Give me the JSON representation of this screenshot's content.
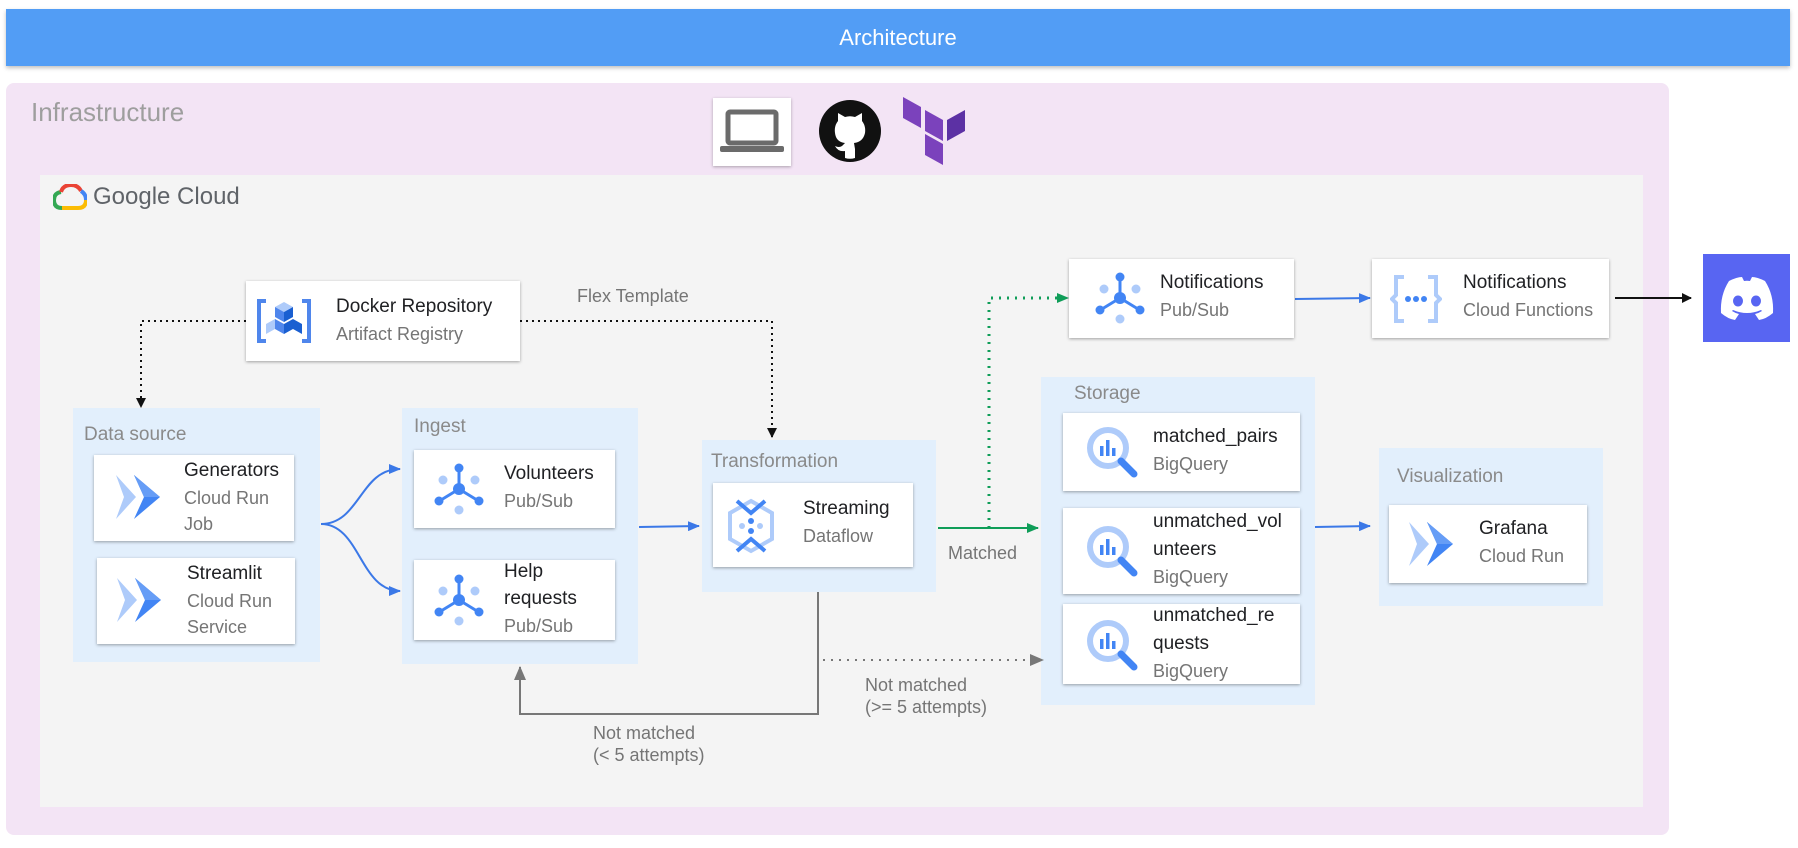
{
  "header": {
    "title": "Architecture"
  },
  "infrastructure": {
    "label": "Infrastructure"
  },
  "google_cloud": {
    "label": "Google Cloud"
  },
  "groups": {
    "data_source": "Data source",
    "ingest": "Ingest",
    "transformation": "Transformation",
    "storage": "Storage",
    "visualization": "Visualization"
  },
  "nodes": {
    "docker": {
      "title": "Docker Repository",
      "sub": "Artifact Registry"
    },
    "generators": {
      "title": "Generators",
      "sub1": "Cloud Run",
      "sub2": "Job"
    },
    "streamlit": {
      "title": "Streamlit",
      "sub1": "Cloud Run",
      "sub2": "Service"
    },
    "volunteers": {
      "title": "Volunteers",
      "sub": "Pub/Sub"
    },
    "help_requests": {
      "title1": "Help",
      "title2": "requests",
      "sub": "Pub/Sub"
    },
    "streaming": {
      "title": "Streaming",
      "sub": "Dataflow"
    },
    "notifications_pubsub": {
      "title": "Notifications",
      "sub": "Pub/Sub"
    },
    "notifications_functions": {
      "title": "Notifications",
      "sub": "Cloud Functions"
    },
    "matched_pairs": {
      "title": "matched_pairs",
      "sub": "BigQuery"
    },
    "unmatched_volunteers": {
      "title1": "unmatched_vol",
      "title2": "unteers",
      "sub": "BigQuery"
    },
    "unmatched_requests": {
      "title1": "unmatched_re",
      "title2": "quests",
      "sub": "BigQuery"
    },
    "grafana": {
      "title": "Grafana",
      "sub": "Cloud Run"
    }
  },
  "edges": {
    "flex_template": "Flex Template",
    "matched": "Matched",
    "not_matched_retry_1": "Not matched",
    "not_matched_retry_2": "(< 5 attempts)",
    "not_matched_final_1": "Not matched",
    "not_matched_final_2": "(>= 5 attempts)"
  },
  "icons": {
    "laptop": "laptop-icon",
    "github": "github-icon",
    "terraform": "terraform-icon",
    "discord": "discord-icon",
    "artifact_registry": "artifact-registry-icon",
    "cloud_run": "cloud-run-icon",
    "pubsub": "pubsub-icon",
    "dataflow": "dataflow-icon",
    "bigquery": "bigquery-icon",
    "cloud_functions": "cloud-functions-icon"
  },
  "colors": {
    "header": "#529df5",
    "infrastructure": "#f3e4f5",
    "group": "#e2effc",
    "blue_arrow": "#3b78e7",
    "green_arrow": "#0f9d58",
    "discord": "#5865f2"
  }
}
